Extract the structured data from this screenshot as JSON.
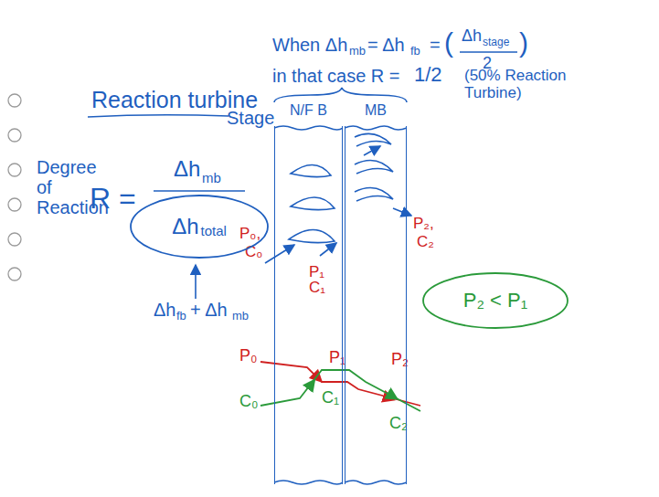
{
  "diagram": {
    "title": "Reaction turbine",
    "nodes": [
      {
        "text": [
          "N/F B"
        ]
      },
      {
        "text": [
          "MB"
        ]
      },
      {
        "text": [
          "Δh",
          "total"
        ]
      },
      {
        "text": [
          "P₂ < P₁"
        ]
      }
    ],
    "labels": [
      "Degree of Reaction",
      "R =",
      "Δh",
      "mb",
      "Δh",
      "fb",
      "+ Δh",
      "mb",
      "When Δh",
      "mb",
      "= Δh",
      "fb",
      "=",
      "(",
      "Δh",
      "stage",
      "2",
      ")",
      "in that case R =",
      "1/2",
      "(50% Reaction Turbine)",
      "Stage",
      "P₀,",
      "C₀",
      "P₁",
      "C₁",
      "P₂,",
      "C₂",
      "P₀",
      "C₀",
      "P₁",
      "C₁",
      "P₂",
      "C₂"
    ]
  }
}
